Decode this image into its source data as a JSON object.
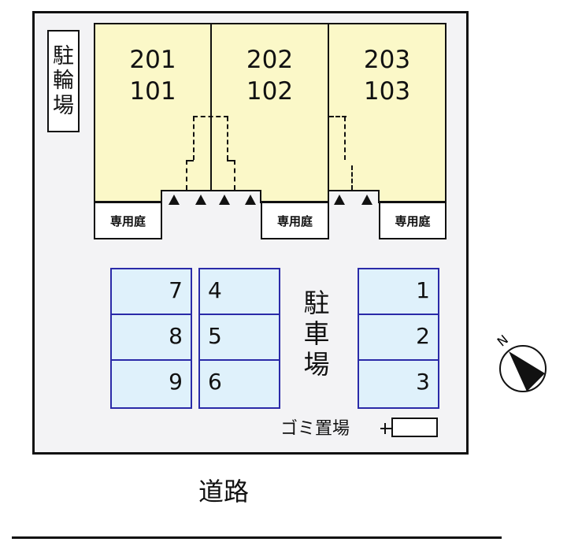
{
  "site": {
    "bicycle_parking": {
      "label": [
        "駐",
        "輪",
        "場"
      ]
    },
    "units": [
      {
        "upper": "201",
        "lower": "101"
      },
      {
        "upper": "202",
        "lower": "102"
      },
      {
        "upper": "203",
        "lower": "103"
      }
    ],
    "private_gardens": [
      {
        "label": "専用庭"
      },
      {
        "label": "専用庭"
      },
      {
        "label": "専用庭"
      }
    ],
    "parking": {
      "label": [
        "駐",
        "車",
        "場"
      ],
      "columns": [
        {
          "spaces": [
            "7",
            "8",
            "9"
          ],
          "align": "right"
        },
        {
          "spaces": [
            "4",
            "5",
            "6"
          ],
          "align": "left"
        },
        {
          "spaces": [
            "1",
            "2",
            "3"
          ],
          "align": "right"
        }
      ]
    },
    "garbage_area": {
      "label": "ゴミ置場"
    },
    "road": {
      "label": "道路"
    },
    "compass": {
      "north_label": "N"
    }
  },
  "colors": {
    "unit_fill": "#fbf8c8",
    "parking_fill": "#dff1fb",
    "parking_border": "#2a2aa8",
    "lot_fill": "#f3f3f5",
    "outline": "#111111"
  }
}
